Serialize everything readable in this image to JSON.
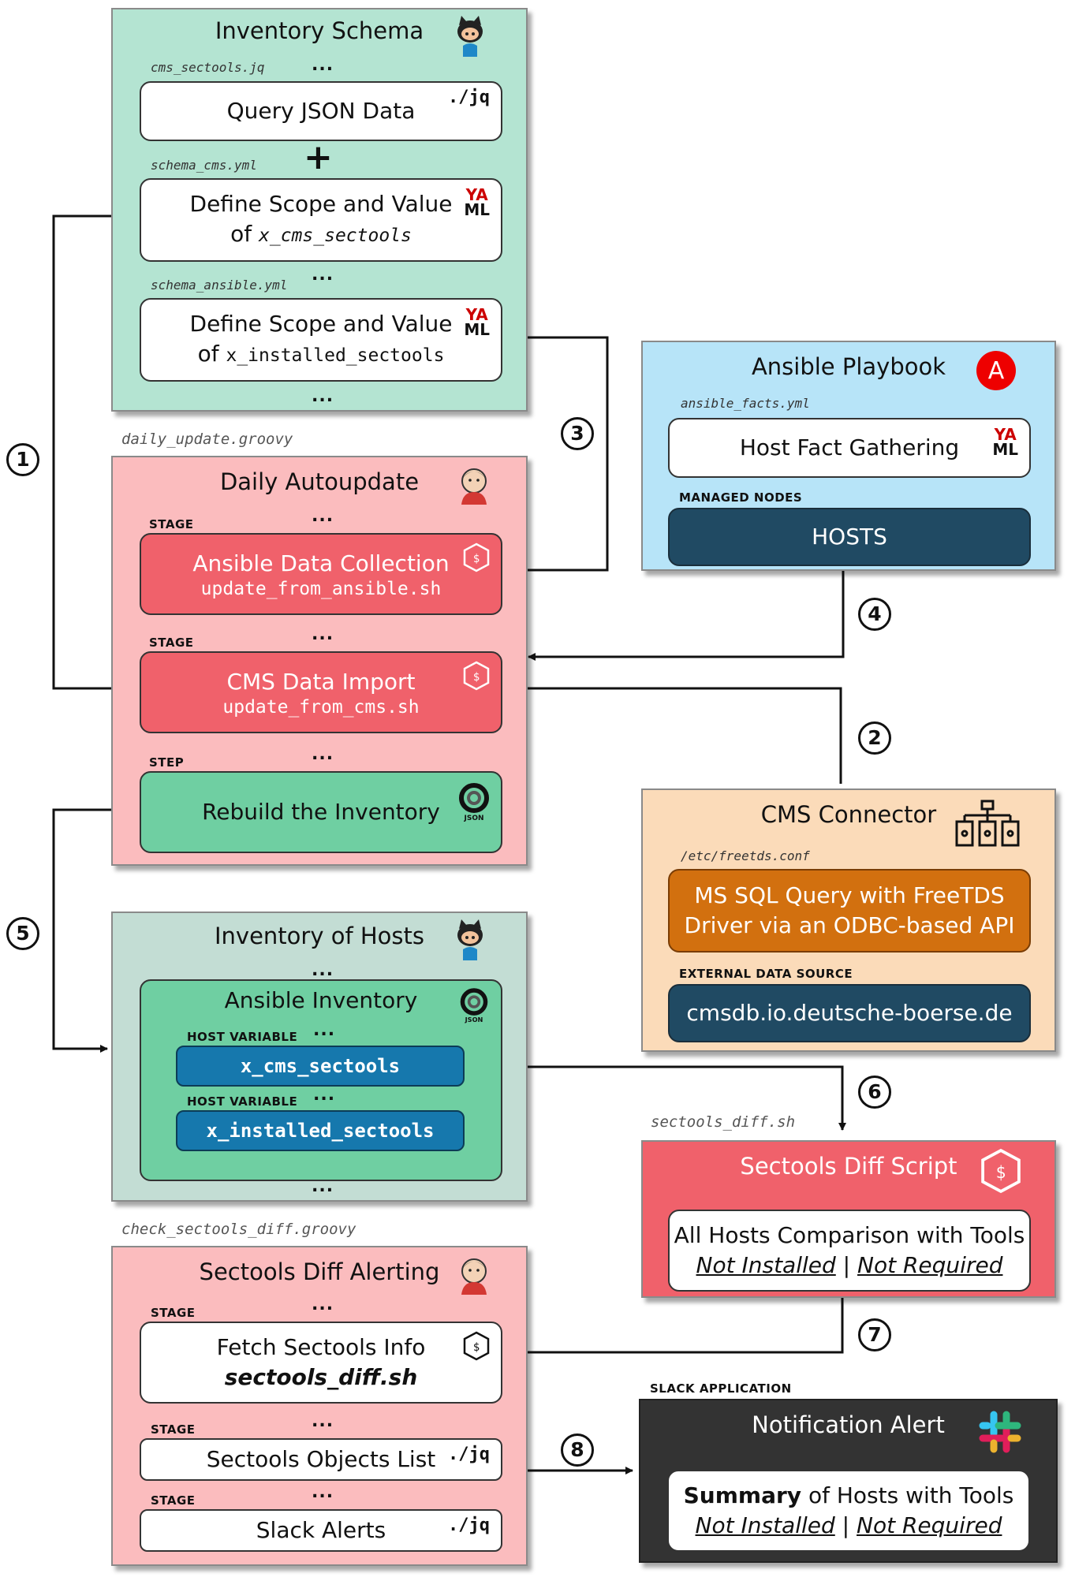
{
  "steps": [
    "1",
    "2",
    "3",
    "4",
    "5",
    "6",
    "7",
    "8"
  ],
  "inventory_schema": {
    "title": "Inventory Schema",
    "file_jq": "cms_sectools.jq",
    "query_json": "Query JSON Data",
    "jq_tag": "./jq",
    "plus": "+",
    "file_schema_cms": "schema_cms.yml",
    "scope_cms_line1": "Define Scope and Value",
    "scope_cms_of": "of",
    "scope_cms_var": "x_cms_sectools",
    "file_schema_ansible": "schema_ansible.yml",
    "scope_ans_line1": "Define Scope and Value",
    "scope_ans_of": "of",
    "scope_ans_var": "x_installed_sectools",
    "yaml_ya": "YA",
    "yaml_ml": "ML",
    "dots": "..."
  },
  "daily_update": {
    "file": "daily_update.groovy",
    "title": "Daily Autoupdate",
    "stage_label": "STAGE",
    "step_label": "STEP",
    "ansible_title": "Ansible Data Collection",
    "ansible_script": "update_from_ansible.sh",
    "cms_title": "CMS Data Import",
    "cms_script": "update_from_cms.sh",
    "rebuild": "Rebuild the Inventory",
    "json_tag": "JSON"
  },
  "ansible_playbook": {
    "title": "Ansible Playbook",
    "logo_letter": "A",
    "file": "ansible_facts.yml",
    "fact_gathering": "Host Fact Gathering",
    "managed_label": "MANAGED NODES",
    "hosts": "HOSTS"
  },
  "cms_connector": {
    "title": "CMS Connector",
    "file": "/etc/freetds.conf",
    "query_line1": "MS SQL Query with FreeTDS",
    "query_line2": "Driver via an ODBC-based API",
    "ext_label": "EXTERNAL DATA SOURCE",
    "source": "cmsdb.io.deutsche-boerse.de"
  },
  "inventory_hosts": {
    "title": "Inventory of Hosts",
    "ansible_inventory": "Ansible Inventory",
    "host_var_label": "HOST VARIABLE",
    "var1": "x_cms_sectools",
    "var2": "x_installed_sectools"
  },
  "diff_script": {
    "file": "sectools_diff.sh",
    "title": "Sectools Diff Script",
    "line1": "All Hosts Comparison with Tools",
    "not_installed": "Not Installed",
    "sep": "|",
    "not_required": "Not Required"
  },
  "diff_alerting": {
    "file": "check_sectools_diff.groovy",
    "title": "Sectools Diff Alerting",
    "fetch_title": "Fetch Sectools Info",
    "fetch_script": "sectools_diff.sh",
    "objects_list": "Sectools Objects List",
    "slack_alerts": "Slack Alerts"
  },
  "notification": {
    "app_label": "SLACK APPLICATION",
    "title": "Notification Alert",
    "summary_bold": "Summary",
    "summary_rest": " of Hosts with Tools",
    "not_installed": "Not Installed",
    "sep": "|",
    "not_required": "Not Required"
  }
}
